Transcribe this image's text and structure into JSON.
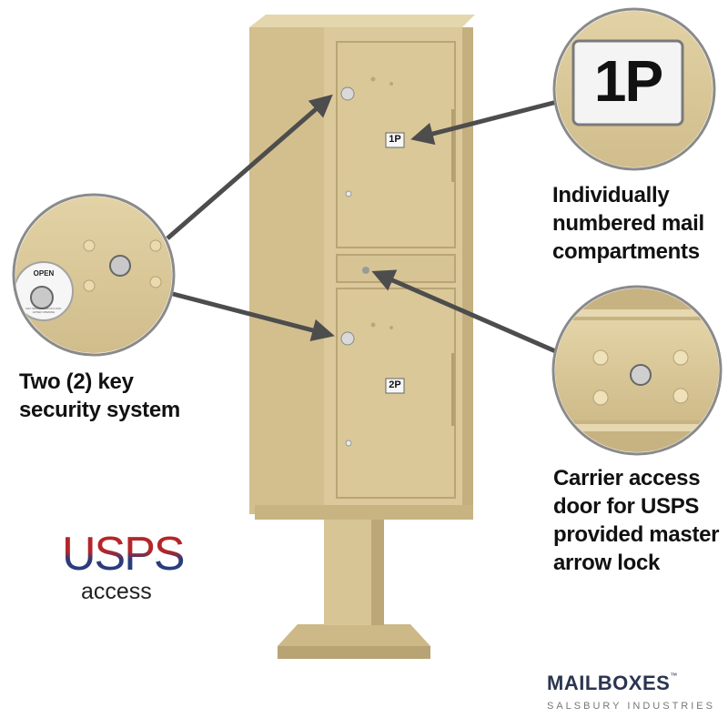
{
  "callouts": {
    "compartment_label": "Individually numbered mail compartments",
    "compartment_lines": [
      "Individually",
      "numbered mail",
      "compartments"
    ],
    "key_lines": [
      "Two (2) key",
      "security system"
    ],
    "carrier_lines": [
      "Carrier access",
      "door for USPS",
      "provided master",
      "arrow lock"
    ]
  },
  "mailbox": {
    "door1_number": "1P",
    "door2_number": "2P",
    "zoom_number": "1P",
    "lock_text": "OPEN",
    "lock_ring_text": "KEY WILL REMAIN IN LOCK AFTER OPENING"
  },
  "logos": {
    "usps_word": "USPS",
    "usps_sub": "access",
    "brand_name": "MAILBOXES",
    "brand_tm": "™",
    "brand_sub": "SALSBURY INDUSTRIES"
  },
  "colors": {
    "cabinet": "#d9c79a",
    "cabinet_shadow": "#bfac7c",
    "arrow": "#4d4d4d",
    "usps_red": "#b3262a",
    "usps_blue": "#2a3c7c"
  }
}
